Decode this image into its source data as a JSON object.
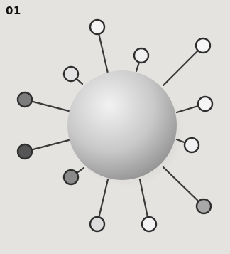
{
  "panel": {
    "label": "01",
    "background_color": "#e4e3e0"
  },
  "sphere": {
    "light_color": "#f2f2f2",
    "mid_color": "#c9c9c9",
    "dark_color": "#8f8f8f"
  },
  "pins": [
    {
      "name": "pin-top",
      "color": "#f4f4f4"
    },
    {
      "name": "pin-upper-mid",
      "color": "#f0f0f0"
    },
    {
      "name": "pin-upper-right",
      "color": "#f6f6f6"
    },
    {
      "name": "pin-right",
      "color": "#f5f5f5"
    },
    {
      "name": "pin-right-lower",
      "color": "#f1f1f1"
    },
    {
      "name": "pin-bottom-right",
      "color": "#a8a8a8"
    },
    {
      "name": "pin-bottom-mid",
      "color": "#f3f3f3"
    },
    {
      "name": "pin-bottom-left",
      "color": "#dcdcdc"
    },
    {
      "name": "pin-left-lower-small",
      "color": "#8a8a8a"
    },
    {
      "name": "pin-left-lower",
      "color": "#555555"
    },
    {
      "name": "pin-left-upper",
      "color": "#7c7c7c"
    },
    {
      "name": "pin-upper-left-small",
      "color": "#e2e2e2"
    }
  ]
}
